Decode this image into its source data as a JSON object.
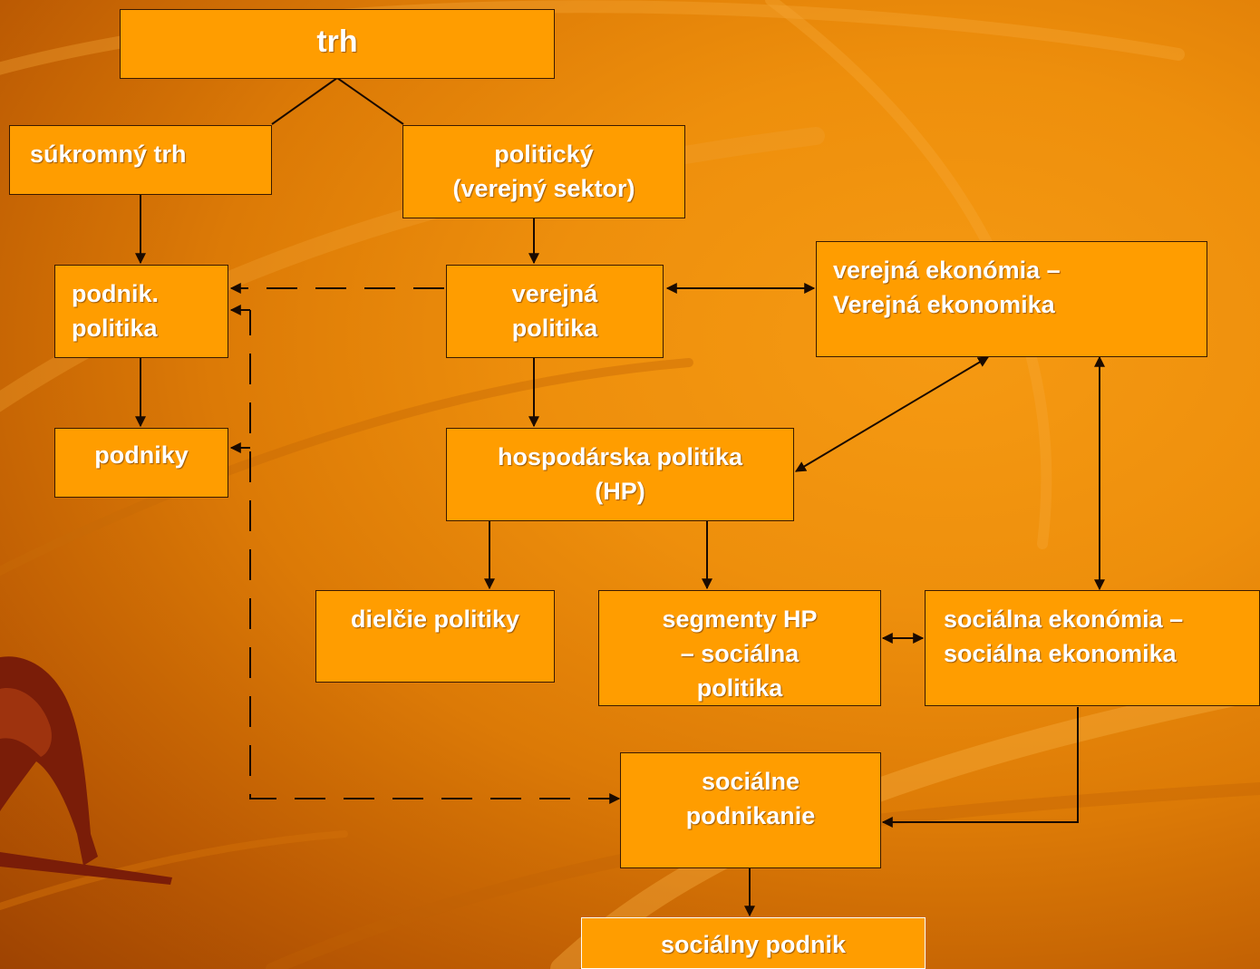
{
  "nodes": {
    "trh": "trh",
    "sukromny_trh": "súkromný trh",
    "politicky": "politický\n(verejný sektor)",
    "podnik_politika": "podnik.\npolitika",
    "verejna_politika": "verejná\npolitika",
    "verejna_ekonomia": "verejná   ekonómia     –\nVerejná ekonomika",
    "podniky": "podniky",
    "hospodarska_politika": "hospodárska politika\n(HP)",
    "dielcie_politiky": "dielčie politiky",
    "segmenty_hp": "segmenty HP\n– sociálna\npolitika",
    "socialna_ekonomia": "sociálna ekonómia –\nsociálna ekonomika",
    "socialne_podnikanie": "sociálne\npodnikanie",
    "socialny_podnik": "sociálny podnik"
  },
  "colors": {
    "box_fill": "#ff9d00",
    "box_border": "#3a1a00",
    "text": "#ffffff",
    "line": "#1a0a00"
  }
}
